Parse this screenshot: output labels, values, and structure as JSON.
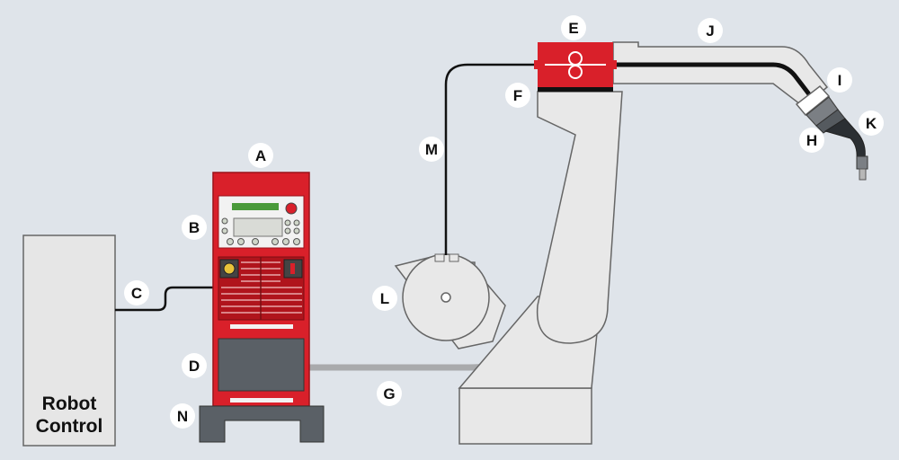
{
  "robot_control": {
    "line1": "Robot",
    "line2": "Control"
  },
  "labels": {
    "A": "A",
    "B": "B",
    "C": "C",
    "D": "D",
    "E": "E",
    "F": "F",
    "G": "G",
    "H": "H",
    "I": "I",
    "J": "J",
    "K": "K",
    "L": "L",
    "M": "M",
    "N": "N"
  },
  "colors": {
    "background": "#dfe4ea",
    "robot_body": "#e8e8e8",
    "outline": "#666666",
    "power_source_red": "#d9202a",
    "hose_gray": "#a9aaac",
    "base_dark": "#5a6066",
    "wire": "#111111"
  }
}
